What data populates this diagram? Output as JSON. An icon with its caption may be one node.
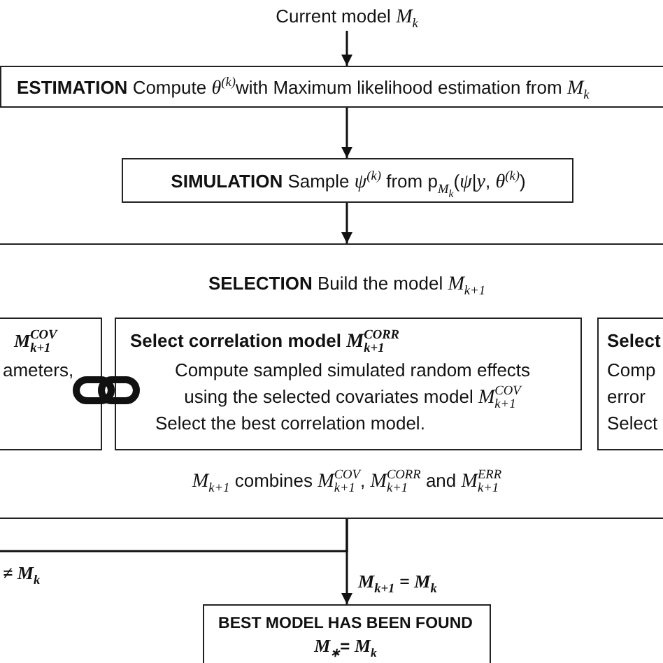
{
  "diagram": {
    "nodes": [
      {
        "text": [
          "Current model *M*$_{k}$"
        ]
      },
      {
        "text": [
          "**ESTIMATION** Compute *θ*$^{(k)}$with Maximum likelihood estimation from *M*$_{k}$"
        ]
      },
      {
        "text": [
          "**SIMULATION** Sample *ψ*$^{(k)}$ from p$_{M}$$_{k}$(*ψ*|*y*, *θ*$^{(k)}$)"
        ]
      },
      {
        "text": [
          "**SELECTION** Build the model *M*$_{k+1}$",
          "*M*$_{k+1}$ combines *M*$_{k+1}$$^{COV}$, *M*$_{k+1}$$^{CORR}$ and *M*$_{k+1}$$^{ERR}$"
        ]
      },
      {
        "text": [
          "M$_{k+1}$$^{COV}$",
          "ameters,"
        ],
        "in": 3
      },
      {
        "text": [
          "Select correlation model *M*$_{k+1}$$^{CORR}$",
          "Compute sampled simulated random effects using the selected covariates model *M*$_{k+1}$$^{COV}$",
          "Select the best correlation model."
        ],
        "in": 3
      },
      {
        "text": [
          "Select",
          "Comp error",
          "Select"
        ],
        "in": 3
      },
      {
        "text": [
          "BEST MODEL HAS BEEN FOUND",
          "*M*$_{∗}$= *M*$_{k}$"
        ]
      }
    ],
    "edges": [
      {
        "from": 0,
        "to": 1,
        "arrow": "to"
      },
      {
        "from": 1,
        "to": 2,
        "arrow": "to"
      },
      {
        "from": 2,
        "to": 3,
        "arrow": "to"
      },
      {
        "from": 3,
        "to": 7,
        "arrow": "to",
        "label": "M$_{k+1}$ = M$_{k}$"
      },
      {
        "from": 3,
        "to": null,
        "arrow": "none",
        "label": "≠ M$_{k}$"
      }
    ]
  }
}
